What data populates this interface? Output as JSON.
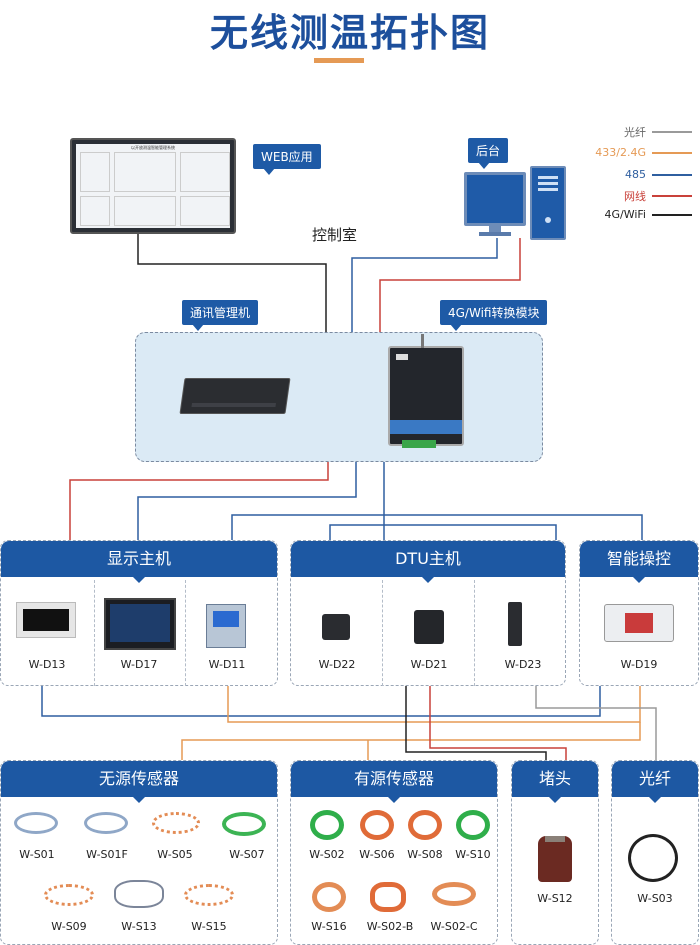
{
  "title": "无线测温拓扑图",
  "legend": [
    {
      "label": "光纤",
      "color": "#9a9a9a"
    },
    {
      "label": "433/2.4G",
      "color": "#e59a55"
    },
    {
      "label": "485",
      "color": "#2f5fa0"
    },
    {
      "label": "网线",
      "color": "#c9413a"
    },
    {
      "label": "4G/WiFi",
      "color": "#222222"
    }
  ],
  "tags": {
    "web": "WEB应用",
    "backend": "后台",
    "comm_manager": "通讯管理机",
    "module": "4G/Wifi转换模块"
  },
  "control_room": "控制室",
  "screen": {
    "title": "以开放测温智能管理系统"
  },
  "sections": {
    "display": {
      "title": "显示主机",
      "devices": [
        "W-D13",
        "W-D17",
        "W-D11"
      ]
    },
    "dtu": {
      "title": "DTU主机",
      "devices": [
        "W-D22",
        "W-D21",
        "W-D23"
      ]
    },
    "smart": {
      "title": "智能操控",
      "devices": [
        "W-D19"
      ]
    },
    "passive": {
      "title": "无源传感器",
      "devices": [
        "W-S01",
        "W-S01F",
        "W-S05",
        "W-S07",
        "W-S09",
        "W-S13",
        "W-S15"
      ]
    },
    "active": {
      "title": "有源传感器",
      "devices": [
        "W-S02",
        "W-S06",
        "W-S08",
        "W-S10",
        "W-S16",
        "W-S02-B",
        "W-S02-C"
      ]
    },
    "plug": {
      "title": "堵头",
      "devices": [
        "W-S12"
      ]
    },
    "fiber": {
      "title": "光纤",
      "devices": [
        "W-S03"
      ]
    }
  }
}
